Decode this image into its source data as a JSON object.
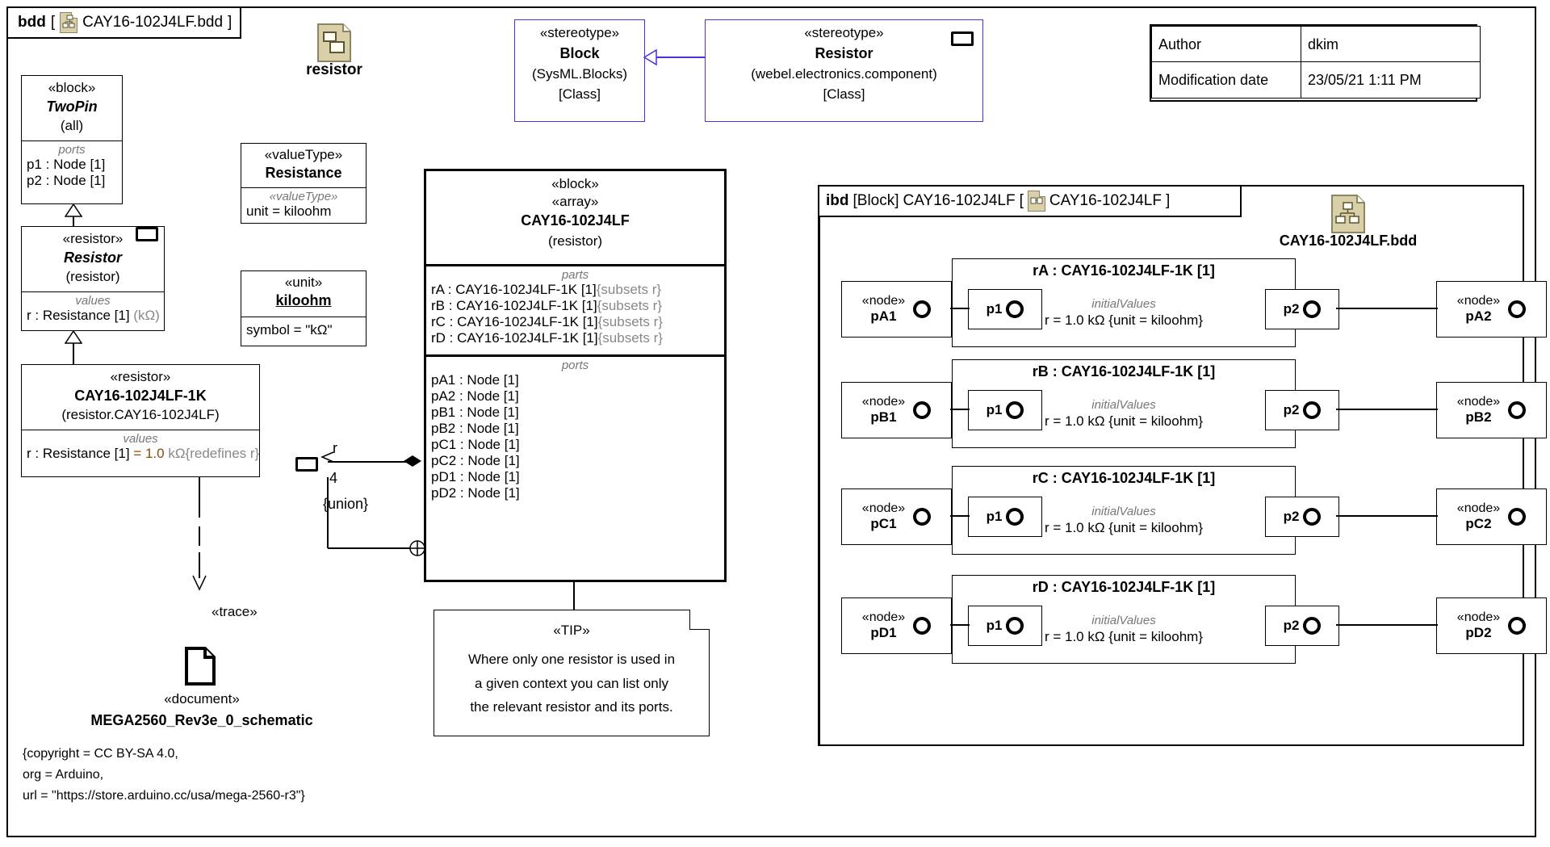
{
  "frame": {
    "kind": "bdd",
    "bracket_open": "[",
    "icon": "bdd-diagram-icon",
    "name": "CAY16-102J4LF.bdd",
    "bracket_close": "]"
  },
  "package_icon_label": "resistor",
  "blocks": {
    "twopin": {
      "stereotype": "«block»",
      "name": "TwoPin",
      "qualifier": "(all)",
      "compartment_label": "ports",
      "features": [
        "p1 : Node [1]",
        "p2 : Node [1]"
      ]
    },
    "resistor": {
      "stereotype": "«resistor»",
      "name": "Resistor",
      "qualifier": "(resistor)",
      "compartment_label": "values",
      "feature_name": "r : Resistance [1]",
      "feature_unit": "(kΩ)"
    },
    "resistor1k": {
      "stereotype": "«resistor»",
      "name": "CAY16-102J4LF-1K",
      "qualifier": "(resistor.CAY16-102J4LF)",
      "compartment_label": "values",
      "feature_name": "r : Resistance [1]",
      "feature_value": "= 1.0",
      "feature_unit": "kΩ",
      "feature_constraint": "{redefines r}"
    },
    "resistance": {
      "stereotype": "«valueType»",
      "name": "Resistance",
      "compartment_label": "«valueType»",
      "feature": "unit = kiloohm"
    },
    "kiloohm": {
      "stereotype": "«unit»",
      "name": "kiloohm",
      "feature": "symbol = \"kΩ\""
    },
    "array": {
      "stereotype1": "«block»",
      "stereotype2": "«array»",
      "name": "CAY16-102J4LF",
      "qualifier": "(resistor)",
      "parts_label": "parts",
      "parts": [
        {
          "name": "rA : CAY16-102J4LF-1K [1]",
          "constraint": "{subsets r}"
        },
        {
          "name": "rB : CAY16-102J4LF-1K [1]",
          "constraint": "{subsets r}"
        },
        {
          "name": "rC : CAY16-102J4LF-1K [1]",
          "constraint": "{subsets r}"
        },
        {
          "name": "rD : CAY16-102J4LF-1K [1]",
          "constraint": "{subsets r}"
        }
      ],
      "ports_label": "ports",
      "ports": [
        "pA1 : Node [1]",
        "pA2 : Node [1]",
        "pB1 : Node [1]",
        "pB2 : Node [1]",
        "pC1 : Node [1]",
        "pC2 : Node [1]",
        "pD1 : Node [1]",
        "pD2 : Node [1]"
      ]
    }
  },
  "association": {
    "end_role": "r",
    "multiplicity": "4",
    "constraint": "{union}"
  },
  "note_tip": {
    "stereotype": "«TIP»",
    "line1": "Where only one resistor is used in",
    "line2": "a given context you can list only",
    "line3": "the relevant resistor and its ports."
  },
  "trace": {
    "label": "«trace»",
    "document_stereotype": "«document»",
    "document_name": "MEGA2560_Rev3e_0_schematic",
    "copyright_lines": [
      "{copyright = CC BY-SA 4.0,",
      "org = Arduino,",
      "url = \"https://store.arduino.cc/usa/mega-2560-r3\"}"
    ]
  },
  "stereotype_boxes": {
    "block": {
      "stereotype": "«stereotype»",
      "name": "Block",
      "package": "(SysML.Blocks)",
      "metaclass": "[Class]"
    },
    "resistor": {
      "stereotype": "«stereotype»",
      "name": "Resistor",
      "package": "(webel.electronics.component)",
      "metaclass": "[Class]"
    }
  },
  "author_table": {
    "rows": [
      {
        "label": "Author",
        "value": "dkim"
      },
      {
        "label": "Modification date",
        "value": "23/05/21 1:11 PM"
      }
    ]
  },
  "ibd": {
    "kind": "ibd",
    "type_prefix": "[Block]",
    "type_name": "CAY16-102J4LF",
    "bracket_open": "[",
    "icon": "ibd-diagram-icon",
    "name": "CAY16-102J4LF",
    "bracket_close": "]",
    "corner_icon_label": "CAY16-102J4LF.bdd",
    "rows": [
      {
        "part_title": "rA : CAY16-102J4LF-1K [1]",
        "initial_values_label": "initialValues",
        "initial_values": "r = 1.0 kΩ {unit = kiloohm}",
        "left_node_stereotype": "«node»",
        "left_node_name": "pA1",
        "left_pin": "p1",
        "right_pin": "p2",
        "right_node_stereotype": "«node»",
        "right_node_name": "pA2"
      },
      {
        "part_title": "rB : CAY16-102J4LF-1K [1]",
        "initial_values_label": "initialValues",
        "initial_values": "r = 1.0 kΩ {unit = kiloohm}",
        "left_node_stereotype": "«node»",
        "left_node_name": "pB1",
        "left_pin": "p1",
        "right_pin": "p2",
        "right_node_stereotype": "«node»",
        "right_node_name": "pB2"
      },
      {
        "part_title": "rC : CAY16-102J4LF-1K [1]",
        "initial_values_label": "initialValues",
        "initial_values": "r = 1.0 kΩ {unit = kiloohm}",
        "left_node_stereotype": "«node»",
        "left_node_name": "pC1",
        "left_pin": "p1",
        "right_pin": "p2",
        "right_node_stereotype": "«node»",
        "right_node_name": "pC2"
      },
      {
        "part_title": "rD : CAY16-102J4LF-1K [1]",
        "initial_values_label": "initialValues",
        "initial_values": "r = 1.0 kΩ {unit = kiloohm}",
        "left_node_stereotype": "«node»",
        "left_node_name": "pD1",
        "left_pin": "p1",
        "right_pin": "p2",
        "right_node_stereotype": "«node»",
        "right_node_name": "pD2"
      }
    ]
  },
  "colors": {
    "stereotype_purple": "#4b31d6",
    "value_brown": "#8a4b0a",
    "muted_gray": "#888888",
    "icon_tan": "#d9cfa8"
  }
}
